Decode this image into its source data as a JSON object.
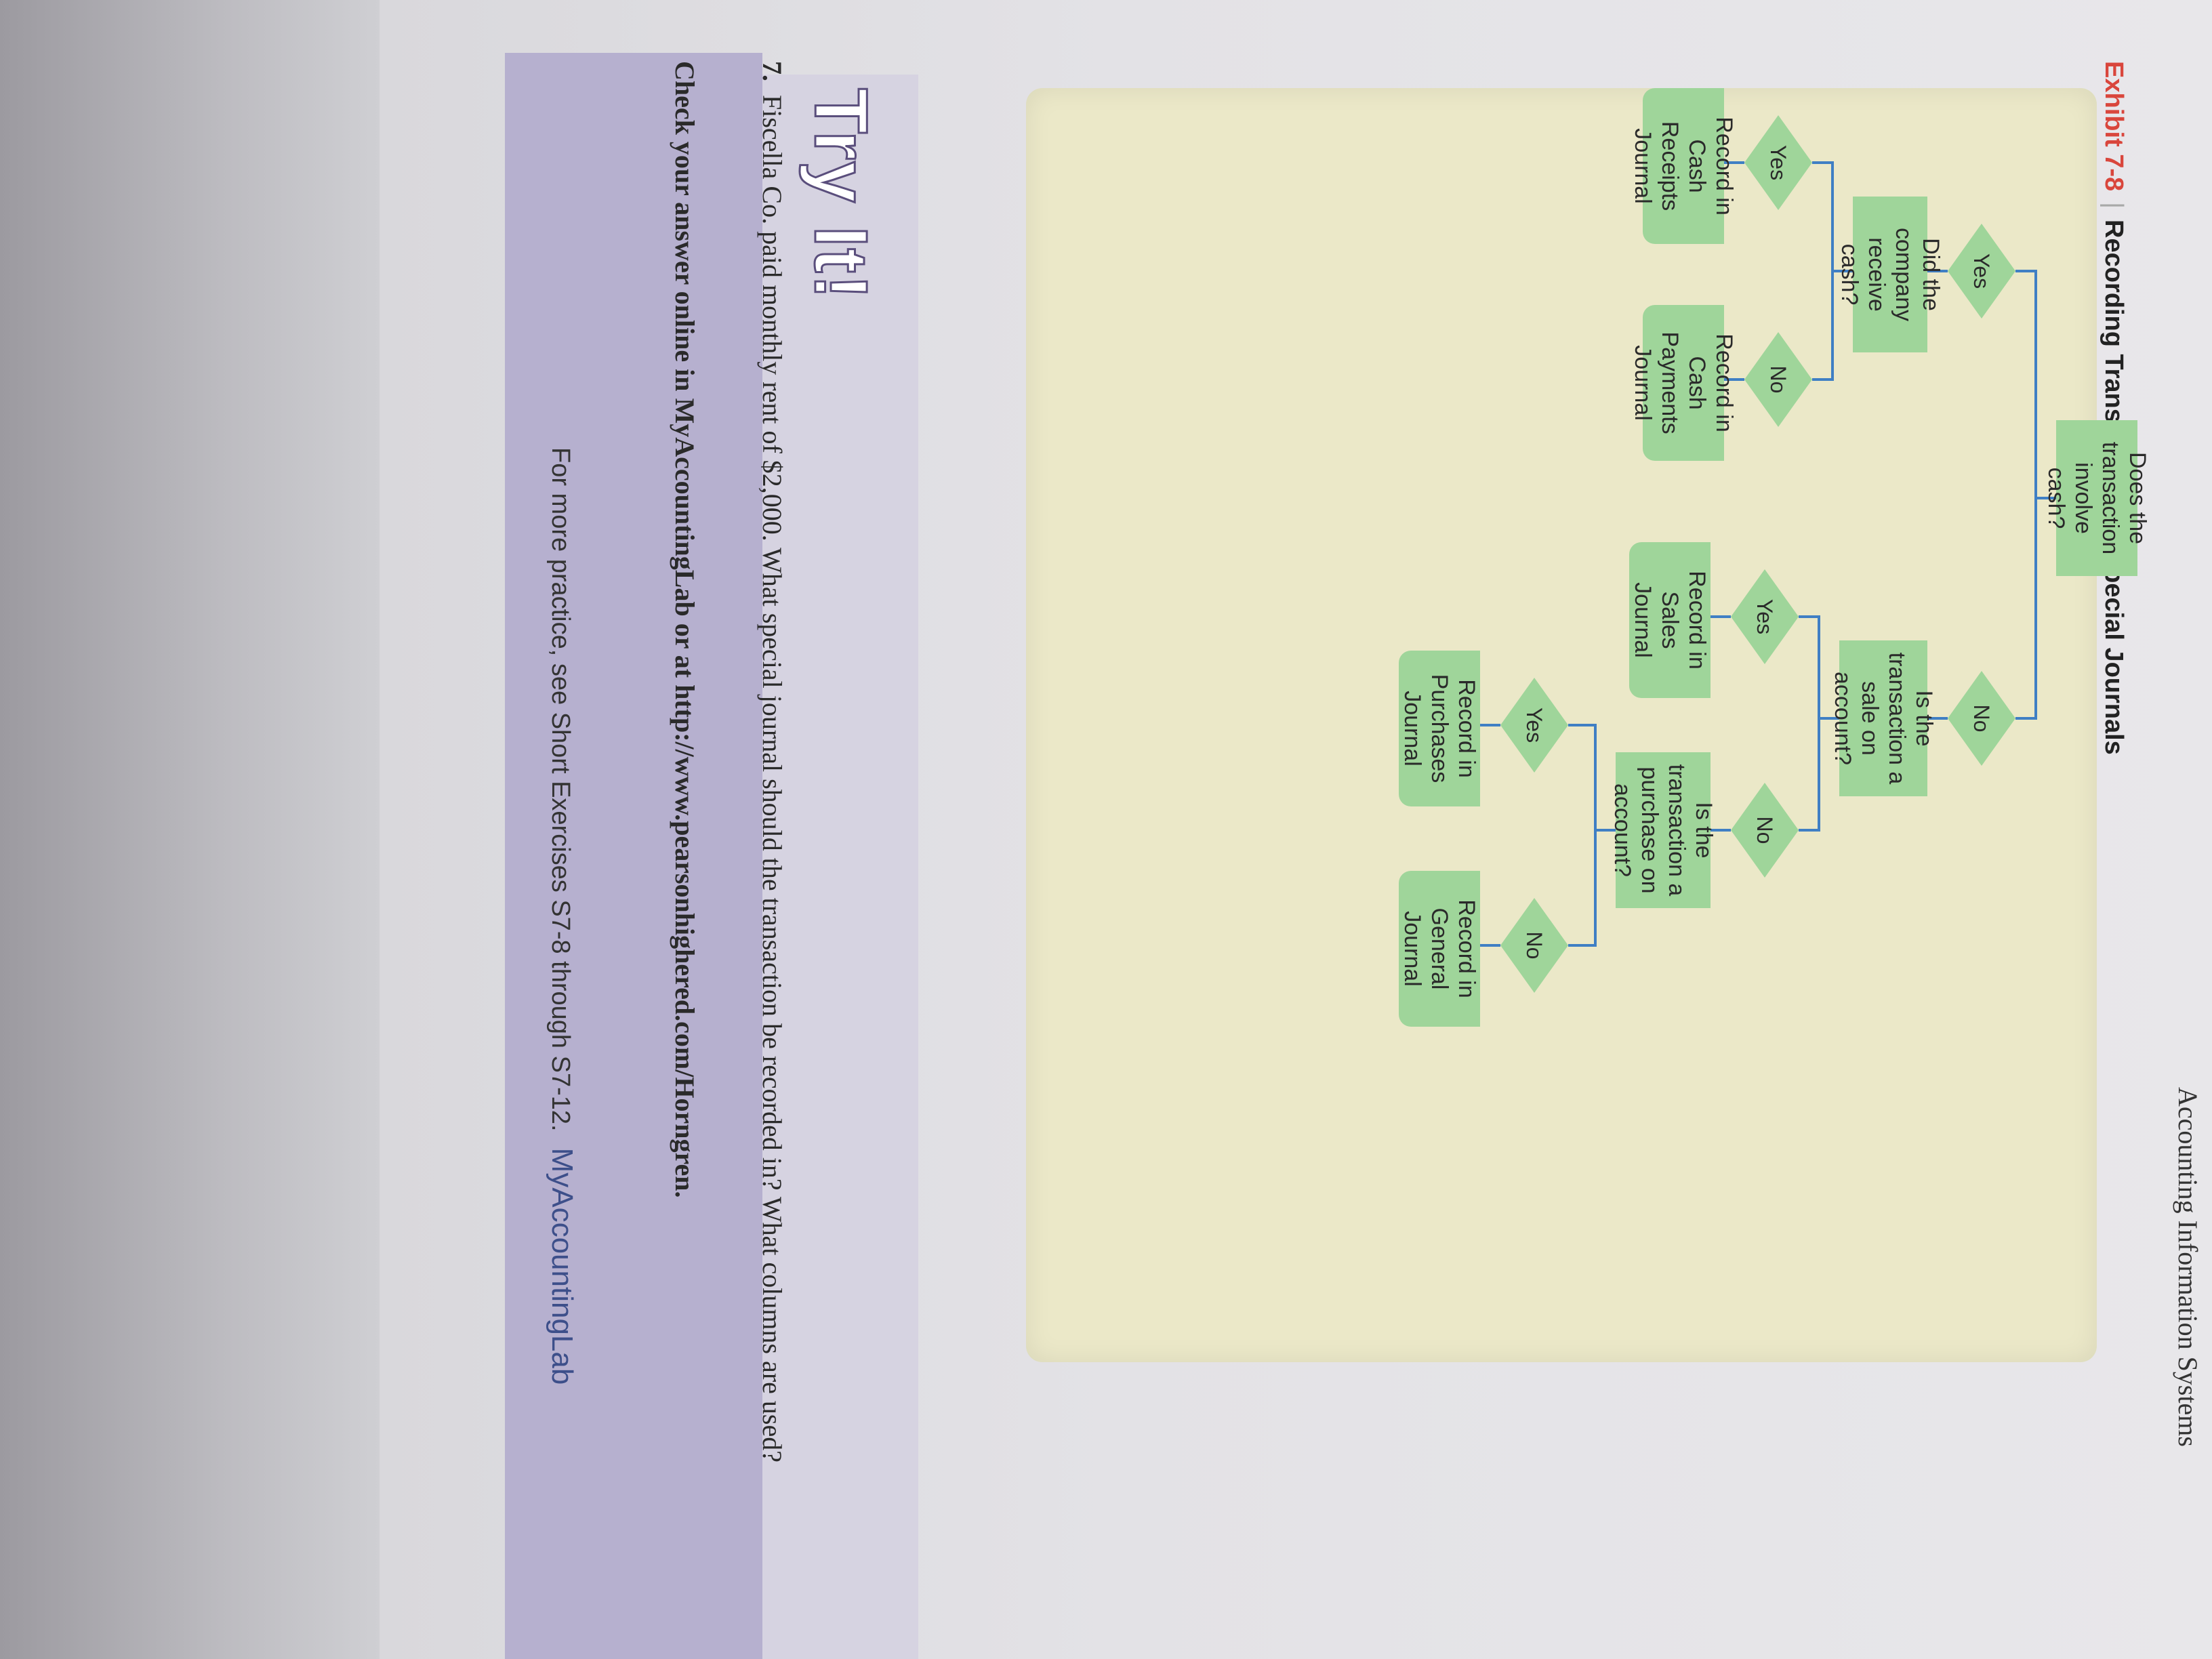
{
  "header": {
    "running_head": "Accounting Information Systems"
  },
  "exhibit": {
    "number": "Exhibit 7-8",
    "title": "Recording Transactions in Special Journals"
  },
  "flowchart": {
    "q_cash": "Does the transaction involve cash?",
    "q_receive": "Did the company receive cash?",
    "q_sale": "Is the transaction a sale on account?",
    "q_purchase": "Is the transaction a purchase on account?",
    "d_cash_yes": "Yes",
    "d_cash_no": "No",
    "d_receive_yes": "Yes",
    "d_receive_no": "No",
    "d_sale_yes": "Yes",
    "d_sale_no": "No",
    "d_purchase_yes": "Yes",
    "d_purchase_no": "No",
    "r_cash_receipts": "Record in Cash Receipts Journal",
    "r_cash_payments": "Record in Cash Payments Journal",
    "r_sales": "Record in Sales Journal",
    "r_purchases": "Record in Purchases Journal",
    "r_general": "Record in General Journal"
  },
  "try_it": {
    "title": "Try It!",
    "question_number": "7.",
    "question_text": "Fiscella Co. paid monthly rent of $2,000. What special journal should the transaction be recorded in? What columns are used?",
    "check_text": "Check your answer online in MyAccountingLab or at http://www.pearsonhighered.com/Horngren."
  },
  "footer": {
    "practice_text": "For more practice, see Short Exercises S7-8 through S7-12.",
    "brand": "MyAccountingLab"
  },
  "colors": {
    "node_fill": "#9fd59a",
    "connector": "#3f7fc4",
    "diagram_bg": "#ebe8c8",
    "exhibit_red": "#d9463c",
    "try_band": "#b6b0cf"
  }
}
